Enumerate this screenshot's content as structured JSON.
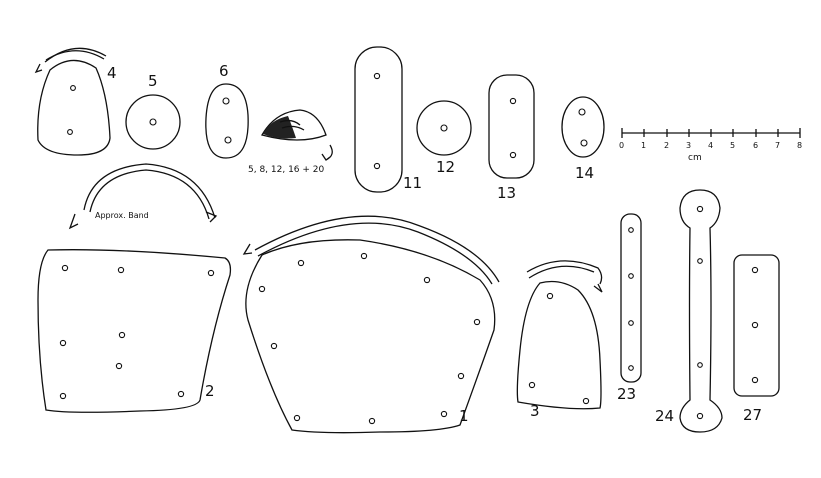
{
  "labels": {
    "p1": "1",
    "p2": "2",
    "p3": "3",
    "p4": "4",
    "p5": "5",
    "p6": "6",
    "p11": "11",
    "p12": "12",
    "p13": "13",
    "p14": "14",
    "p23": "23",
    "p24": "24",
    "p27": "27"
  },
  "caption_cluster": "5, 8, 12, 16 + 20",
  "band_note": "Approx. Band",
  "scale": {
    "ticks": [
      "0",
      "1",
      "2",
      "3",
      "4",
      "5",
      "6",
      "7",
      "8"
    ],
    "unit": "cm"
  },
  "colors": {
    "ink": "#111111",
    "paper": "#ffffff"
  }
}
